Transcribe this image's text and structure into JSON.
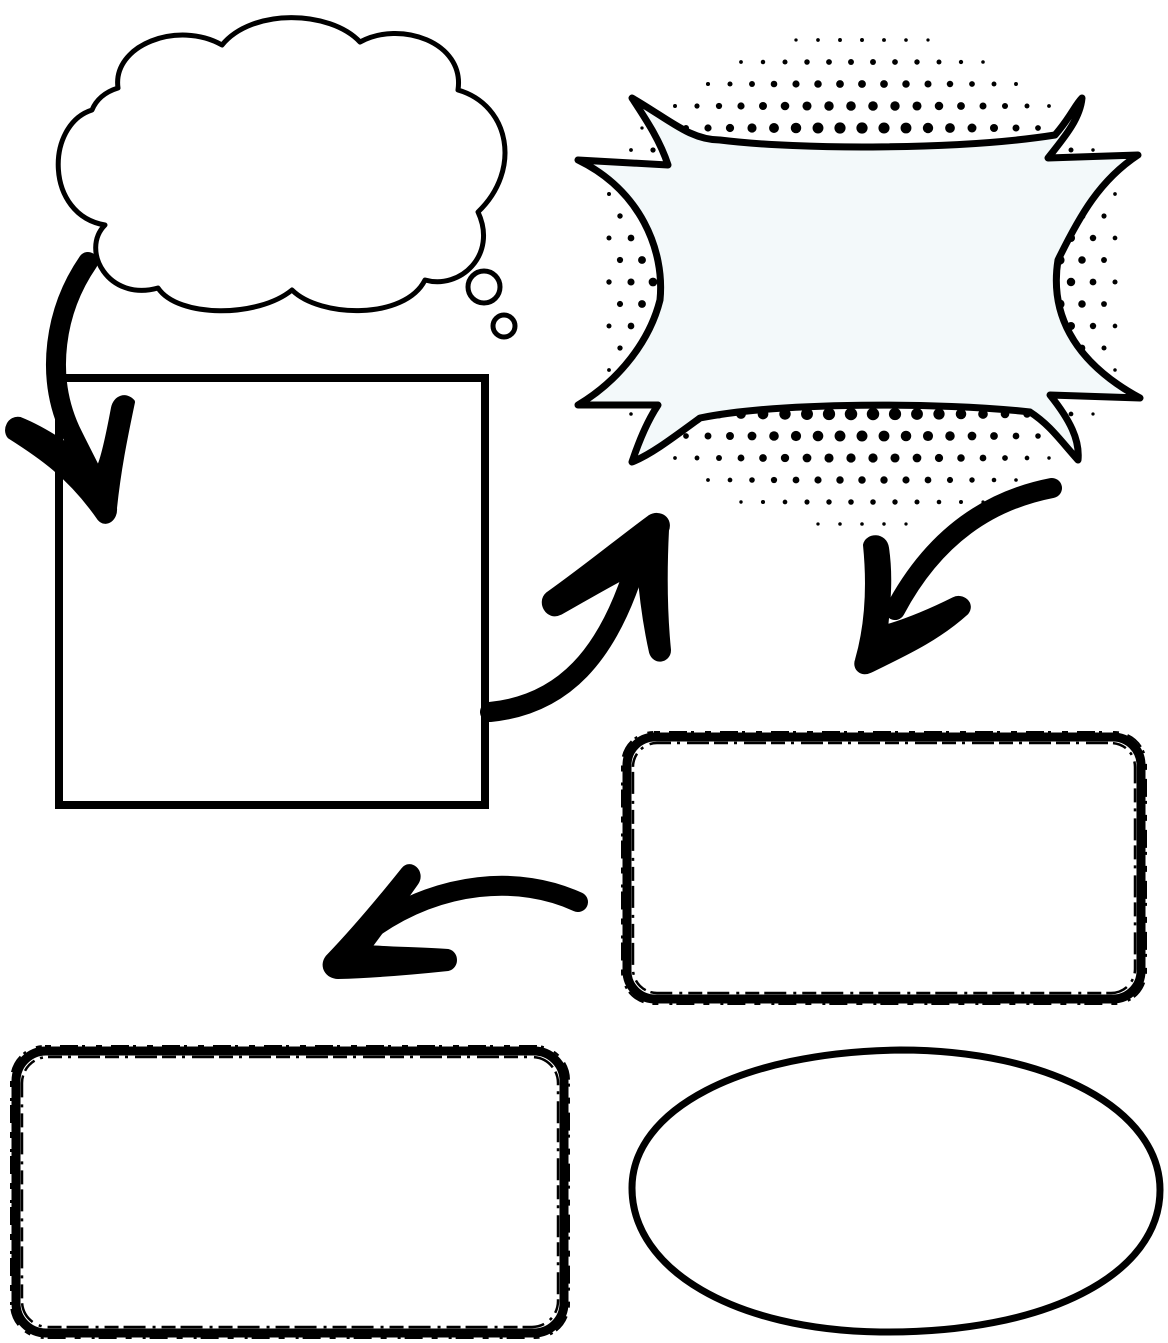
{
  "diagram": {
    "background": "#ffffff",
    "ink_color": "#000000",
    "burst_fill": "#f3f9fa",
    "shapes": [
      {
        "id": "thought-cloud",
        "kind": "thought bubble",
        "label": ""
      },
      {
        "id": "burst",
        "kind": "comic explosion",
        "label": ""
      },
      {
        "id": "square",
        "kind": "square box",
        "label": ""
      },
      {
        "id": "rough-rect-right",
        "kind": "rounded rectangle (crayon)",
        "label": ""
      },
      {
        "id": "rough-rect-left",
        "kind": "rounded rectangle (crayon)",
        "label": ""
      },
      {
        "id": "ellipse",
        "kind": "oval",
        "label": ""
      }
    ],
    "arrows": [
      {
        "from": "thought-cloud",
        "to": "square"
      },
      {
        "from": "square",
        "to": "burst"
      },
      {
        "from": "burst",
        "to": "rough-rect-right"
      },
      {
        "from": "rough-rect-right",
        "to": "rough-rect-left"
      }
    ]
  }
}
